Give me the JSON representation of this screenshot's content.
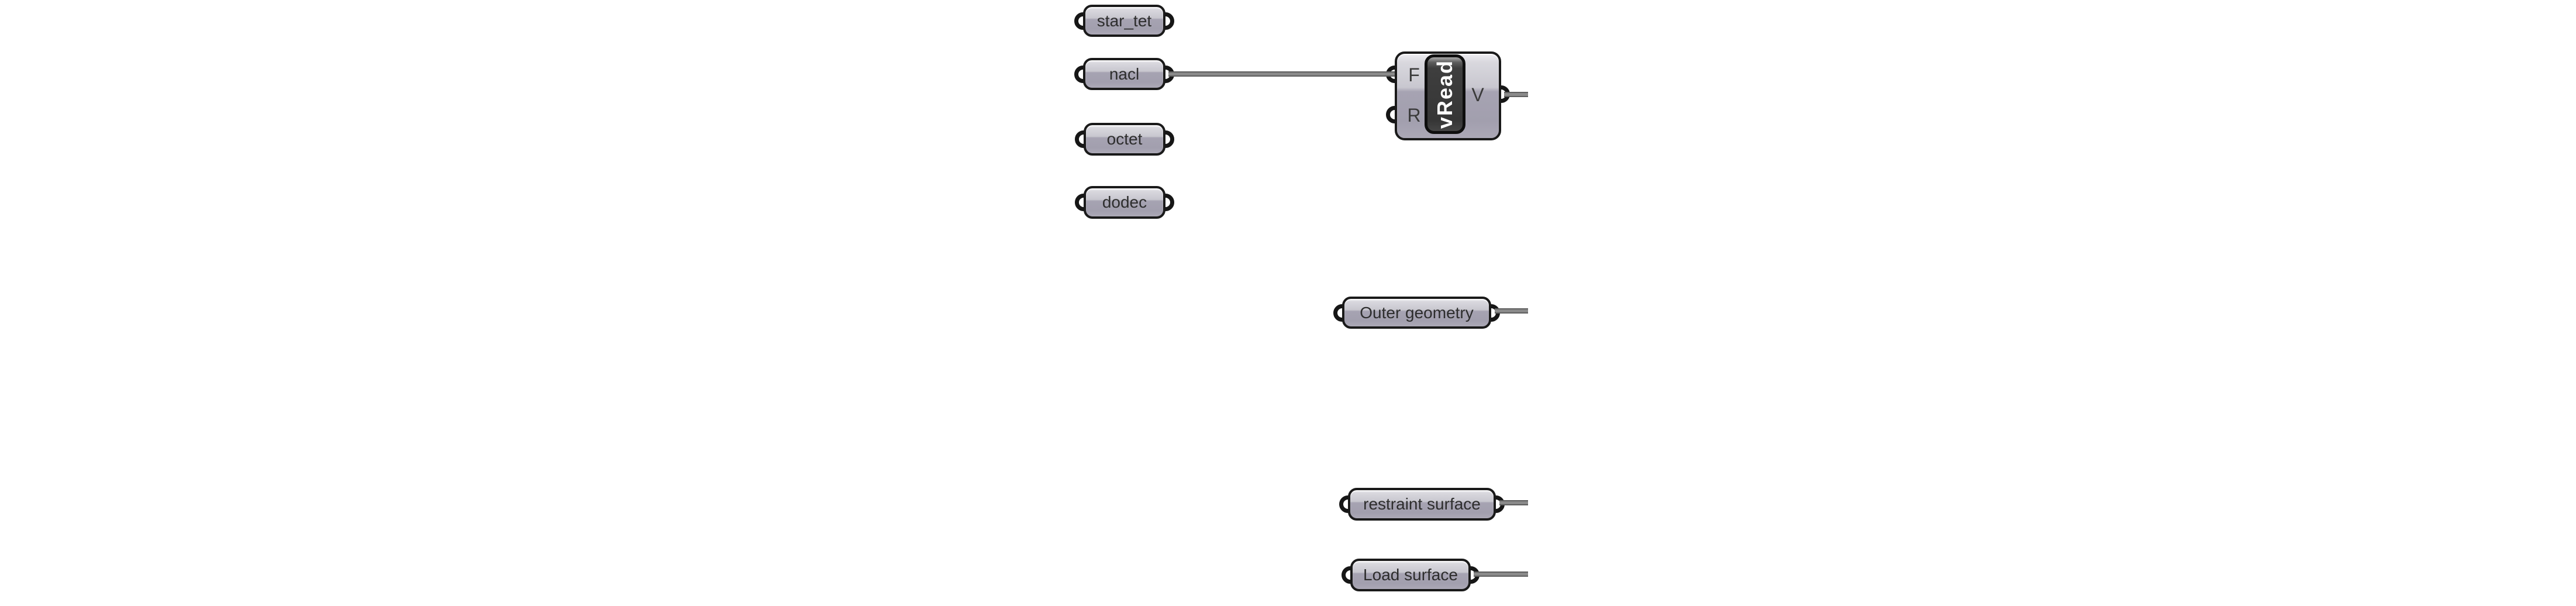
{
  "canvas": {
    "background": "#ffffff",
    "wire_color": "#8a8a8a",
    "capsule_border_color": "#1a1a1a",
    "capsule_fill_top": "#d9d8de",
    "capsule_fill_bottom": "#a6a3b2",
    "badge_fill": "#373737",
    "badge_text_color": "#ffffff"
  },
  "params": [
    {
      "label": "star_tet"
    },
    {
      "label": "nacl"
    },
    {
      "label": "octet"
    },
    {
      "label": "dodec"
    },
    {
      "label": "Outer geometry"
    },
    {
      "label": "restraint surface"
    },
    {
      "label": "Load surface"
    }
  ],
  "component": {
    "label": "vRead",
    "inputs": [
      {
        "label": "F"
      },
      {
        "label": "R"
      }
    ],
    "outputs": [
      {
        "label": "V"
      }
    ]
  },
  "wires": [
    {
      "from": "nacl",
      "to": "vRead.F"
    },
    {
      "from": "vRead.V",
      "to": "offscreen-right"
    },
    {
      "from": "Outer geometry",
      "to": "offscreen-right"
    },
    {
      "from": "restraint surface",
      "to": "offscreen-right"
    },
    {
      "from": "Load surface",
      "to": "offscreen-right"
    }
  ]
}
